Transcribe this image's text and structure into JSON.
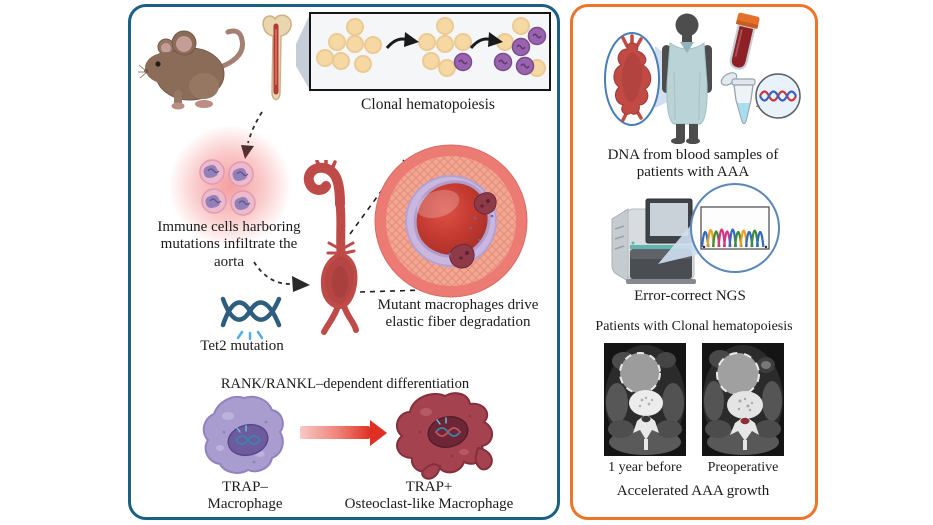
{
  "colors": {
    "left_panel_border": "#1a6181",
    "right_panel_border": "#ee7428",
    "text": "#1c1c1c",
    "stem_cell": "#f6d8a3",
    "mutant_cell": "#9a63ae",
    "accent_red": "#bf4b49",
    "accent_blue": "#2e5d7d"
  },
  "left_panel": {
    "clonal_label": "Clonal hematopoiesis",
    "immune_lines": [
      "Immune cells harboring",
      "mutations infiltrate the",
      "aorta"
    ],
    "tet2_label": "Tet2 mutation",
    "mutant_lines": [
      "Mutant macrophages drive",
      "elastic fiber degradation"
    ],
    "rank_label": "RANK/RANKL–dependent differentiation",
    "trap_neg_lines": [
      "TRAP–",
      "Macrophage"
    ],
    "trap_pos_lines": [
      "TRAP+",
      "Osteoclast-like Macrophage"
    ]
  },
  "right_panel": {
    "dna_lines": [
      "DNA from blood samples of",
      "patients with AAA"
    ],
    "ngs_label": "Error-correct NGS",
    "patients_label": "Patients with Clonal hematopoiesis",
    "ct_labels": [
      "1 year before",
      "Preoperative"
    ],
    "growth_label": "Accelerated AAA growth"
  }
}
